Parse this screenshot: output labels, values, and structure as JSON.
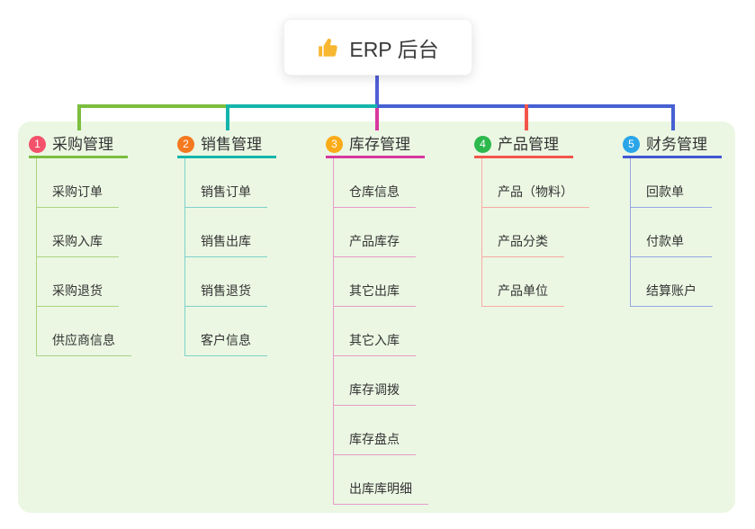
{
  "root": {
    "label": "ERP 后台",
    "icon": "thumbs-up",
    "icon_color": "#f7b731"
  },
  "panel_bg": "#ebf7e3",
  "connector_blue": "#4f5fd6",
  "branches": [
    {
      "index": "1",
      "label": "采购管理",
      "badge_color": "#f4516b",
      "line_color": "#7cbe3e",
      "child_line_color": "#abd381",
      "children": [
        "采购订单",
        "采购入库",
        "采购退货",
        "供应商信息"
      ]
    },
    {
      "index": "2",
      "label": "销售管理",
      "badge_color": "#f5791f",
      "line_color": "#14b5ac",
      "child_line_color": "#7fd0ca",
      "children": [
        "销售订单",
        "销售出库",
        "销售退货",
        "客户信息"
      ]
    },
    {
      "index": "3",
      "label": "库存管理",
      "badge_color": "#fbab18",
      "line_color": "#d8379f",
      "child_line_color": "#e79ac9",
      "children": [
        "仓库信息",
        "产品库存",
        "其它出库",
        "其它入库",
        "库存调拨",
        "库存盘点",
        "出库库明细"
      ]
    },
    {
      "index": "4",
      "label": "产品管理",
      "badge_color": "#2cb84c",
      "line_color": "#f3554b",
      "child_line_color": "#f8aba3",
      "children": [
        "产品（物料）",
        "产品分类",
        "产品单位"
      ]
    },
    {
      "index": "5",
      "label": "财务管理",
      "badge_color": "#2aa5e8",
      "line_color": "#4257d2",
      "child_line_color": "#95a6e3",
      "children": [
        "回款单",
        "付款单",
        "结算账户"
      ]
    }
  ]
}
